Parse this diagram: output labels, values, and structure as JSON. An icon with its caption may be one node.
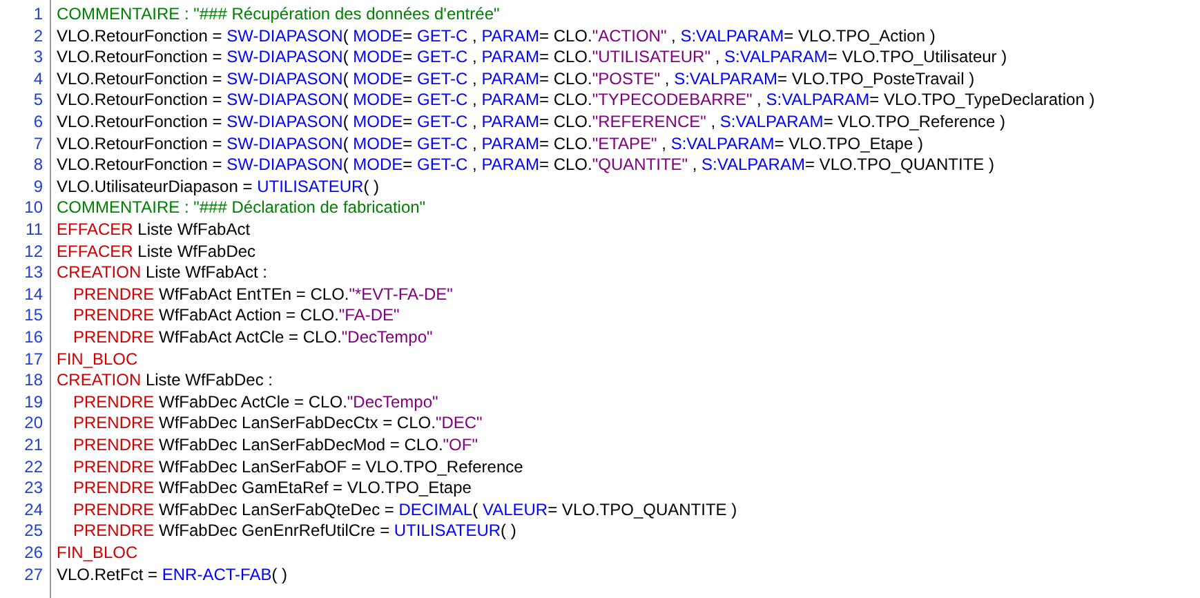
{
  "diagram": {
    "labels": [
      "1",
      "COMMENTAIRE : \"### Récupération des données d'entrée\"",
      "2",
      "VLO.RetourFonction = SW-DIAPASON( MODE= GET-C , PARAM= CLO.\"ACTION\" , S:VALPARAM= VLO.TPO_Action )",
      "3",
      "VLO.RetourFonction = SW-DIAPASON( MODE= GET-C , PARAM= CLO.\"UTILISATEUR\" , S:VALPARAM= VLO.TPO_Utilisateur )",
      "4",
      "VLO.RetourFonction = SW-DIAPASON( MODE= GET-C , PARAM= CLO.\"POSTE\" , S:VALPARAM= VLO.TPO_PosteTravail )",
      "5",
      "VLO.RetourFonction = SW-DIAPASON( MODE= GET-C , PARAM= CLO.\"TYPECODEBARRE\" , S:VALPARAM= VLO.TPO_TypeDeclaration )",
      "6",
      "VLO.RetourFonction = SW-DIAPASON( MODE= GET-C , PARAM= CLO.\"REFERENCE\" , S:VALPARAM= VLO.TPO_Reference )",
      "7",
      "VLO.RetourFonction = SW-DIAPASON( MODE= GET-C , PARAM= CLO.\"ETAPE\" , S:VALPARAM= VLO.TPO_Etape )",
      "8",
      "VLO.RetourFonction = SW-DIAPASON( MODE= GET-C , PARAM= CLO.\"QUANTITE\" , S:VALPARAM= VLO.TPO_QUANTITE )",
      "9",
      "VLO.UtilisateurDiapason = UTILISATEUR( )",
      "10",
      "COMMENTAIRE : \"### Déclaration de fabrication\"",
      "11",
      "EFFACER Liste WfFabAct",
      "12",
      "EFFACER Liste WfFabDec",
      "13",
      "CREATION Liste WfFabAct :",
      "14",
      "PRENDRE WfFabAct EntTEn = CLO.\"*EVT-FA-DE\"",
      "15",
      "PRENDRE WfFabAct Action = CLO.\"FA-DE\"",
      "16",
      "PRENDRE WfFabAct ActCle = CLO.\"DecTempo\"",
      "17",
      "FIN_BLOC",
      "18",
      "CREATION Liste WfFabDec :",
      "19",
      "PRENDRE WfFabDec ActCle = CLO.\"DecTempo\"",
      "20",
      "PRENDRE WfFabDec LanSerFabDecCtx = CLO.\"DEC\"",
      "21",
      "PRENDRE WfFabDec LanSerFabDecMod = CLO.\"OF\"",
      "22",
      "PRENDRE WfFabDec LanSerFabOF = VLO.TPO_Reference",
      "23",
      "PRENDRE WfFabDec GamEtaRef = VLO.TPO_Etape",
      "24",
      "PRENDRE WfFabDec LanSerFabQteDec = DECIMAL( VALEUR= VLO.TPO_QUANTITE )",
      "25",
      "PRENDRE WfFabDec GenEnrRefUtilCre = UTILISATEUR( )",
      "26",
      "FIN_BLOC",
      "27",
      "VLO.RetFct = ENR-ACT-FAB( )"
    ]
  }
}
